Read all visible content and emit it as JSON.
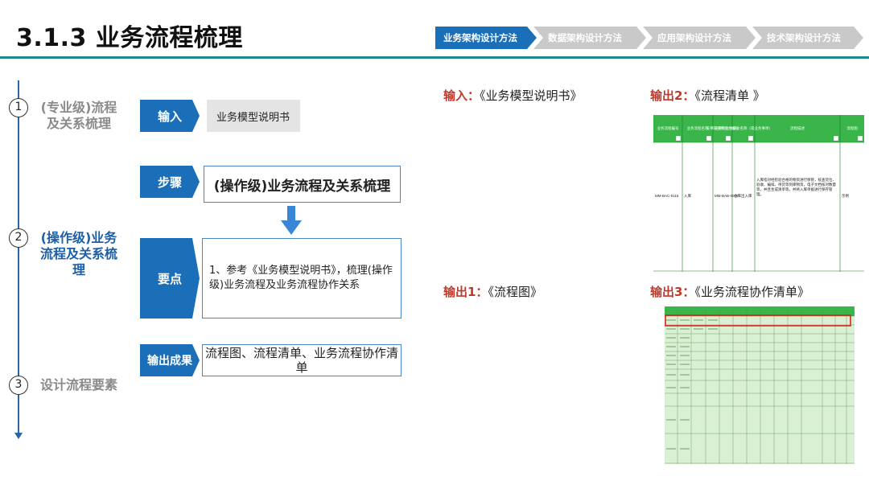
{
  "header": {
    "title": "3.1.3 业务流程梳理",
    "steps": [
      {
        "label": "业务架构设计方法",
        "active": true
      },
      {
        "label": "数据架构设计方法",
        "active": false
      },
      {
        "label": "应用架构设计方法",
        "active": false
      },
      {
        "label": "技术架构设计方法",
        "active": false
      }
    ]
  },
  "timeline": [
    {
      "num": "1",
      "label": "(专业级)流程及关系梳理",
      "state": "inactive"
    },
    {
      "num": "2",
      "label": "(操作级)业务流程及关系梳理",
      "state": "active"
    },
    {
      "num": "3",
      "label": "设计流程要素",
      "state": "inactive"
    }
  ],
  "flow": {
    "input_tag": "输入",
    "input_value": "业务模型说明书",
    "steps_tag": "步骤",
    "steps_value": "(操作级)业务流程及关系梳理",
    "points_tag": "要点",
    "points_value": "1、参考《业务模型说明书》，梳理(操作级)业务流程及业务流程协作关系",
    "output_tag": "输出成果",
    "output_value": "流程图、流程清单、业务流程协作清单"
  },
  "right": {
    "input": {
      "key": "输入：",
      "value": "《业务模型说明书》"
    },
    "output1": {
      "key": "输出1：",
      "value": "《流程图》"
    },
    "output2": {
      "key": "输出2：",
      "value": "《流程清单 》"
    },
    "output3": {
      "key": "输出3：",
      "value": "《业务流程协作清单》"
    }
  },
  "list_table": {
    "headers": [
      "业务流程编号",
      "业务流程名称",
      "支撑的业务能力编号",
      "支撑的业务能力名称（或业务事项）",
      "流程描述",
      "流程图"
    ],
    "row": [
      "MM-BAC-0116",
      "入库",
      "MM-BAB-0006",
      "仓库出入库",
      "入库指对经检验合格的物资进行保管，核查货位、验收、编排、待货等到库物资，电子文档核对数量等，并且生成清单等，并将入库单据进行保存管理。",
      "示例"
    ]
  },
  "colors": {
    "accent_blue": "#1b6fb9",
    "teal_rule": "#1f8a8c",
    "red_label": "#c0392b",
    "table_green": "#39b54a",
    "table_light_green": "#d9f0d3"
  }
}
